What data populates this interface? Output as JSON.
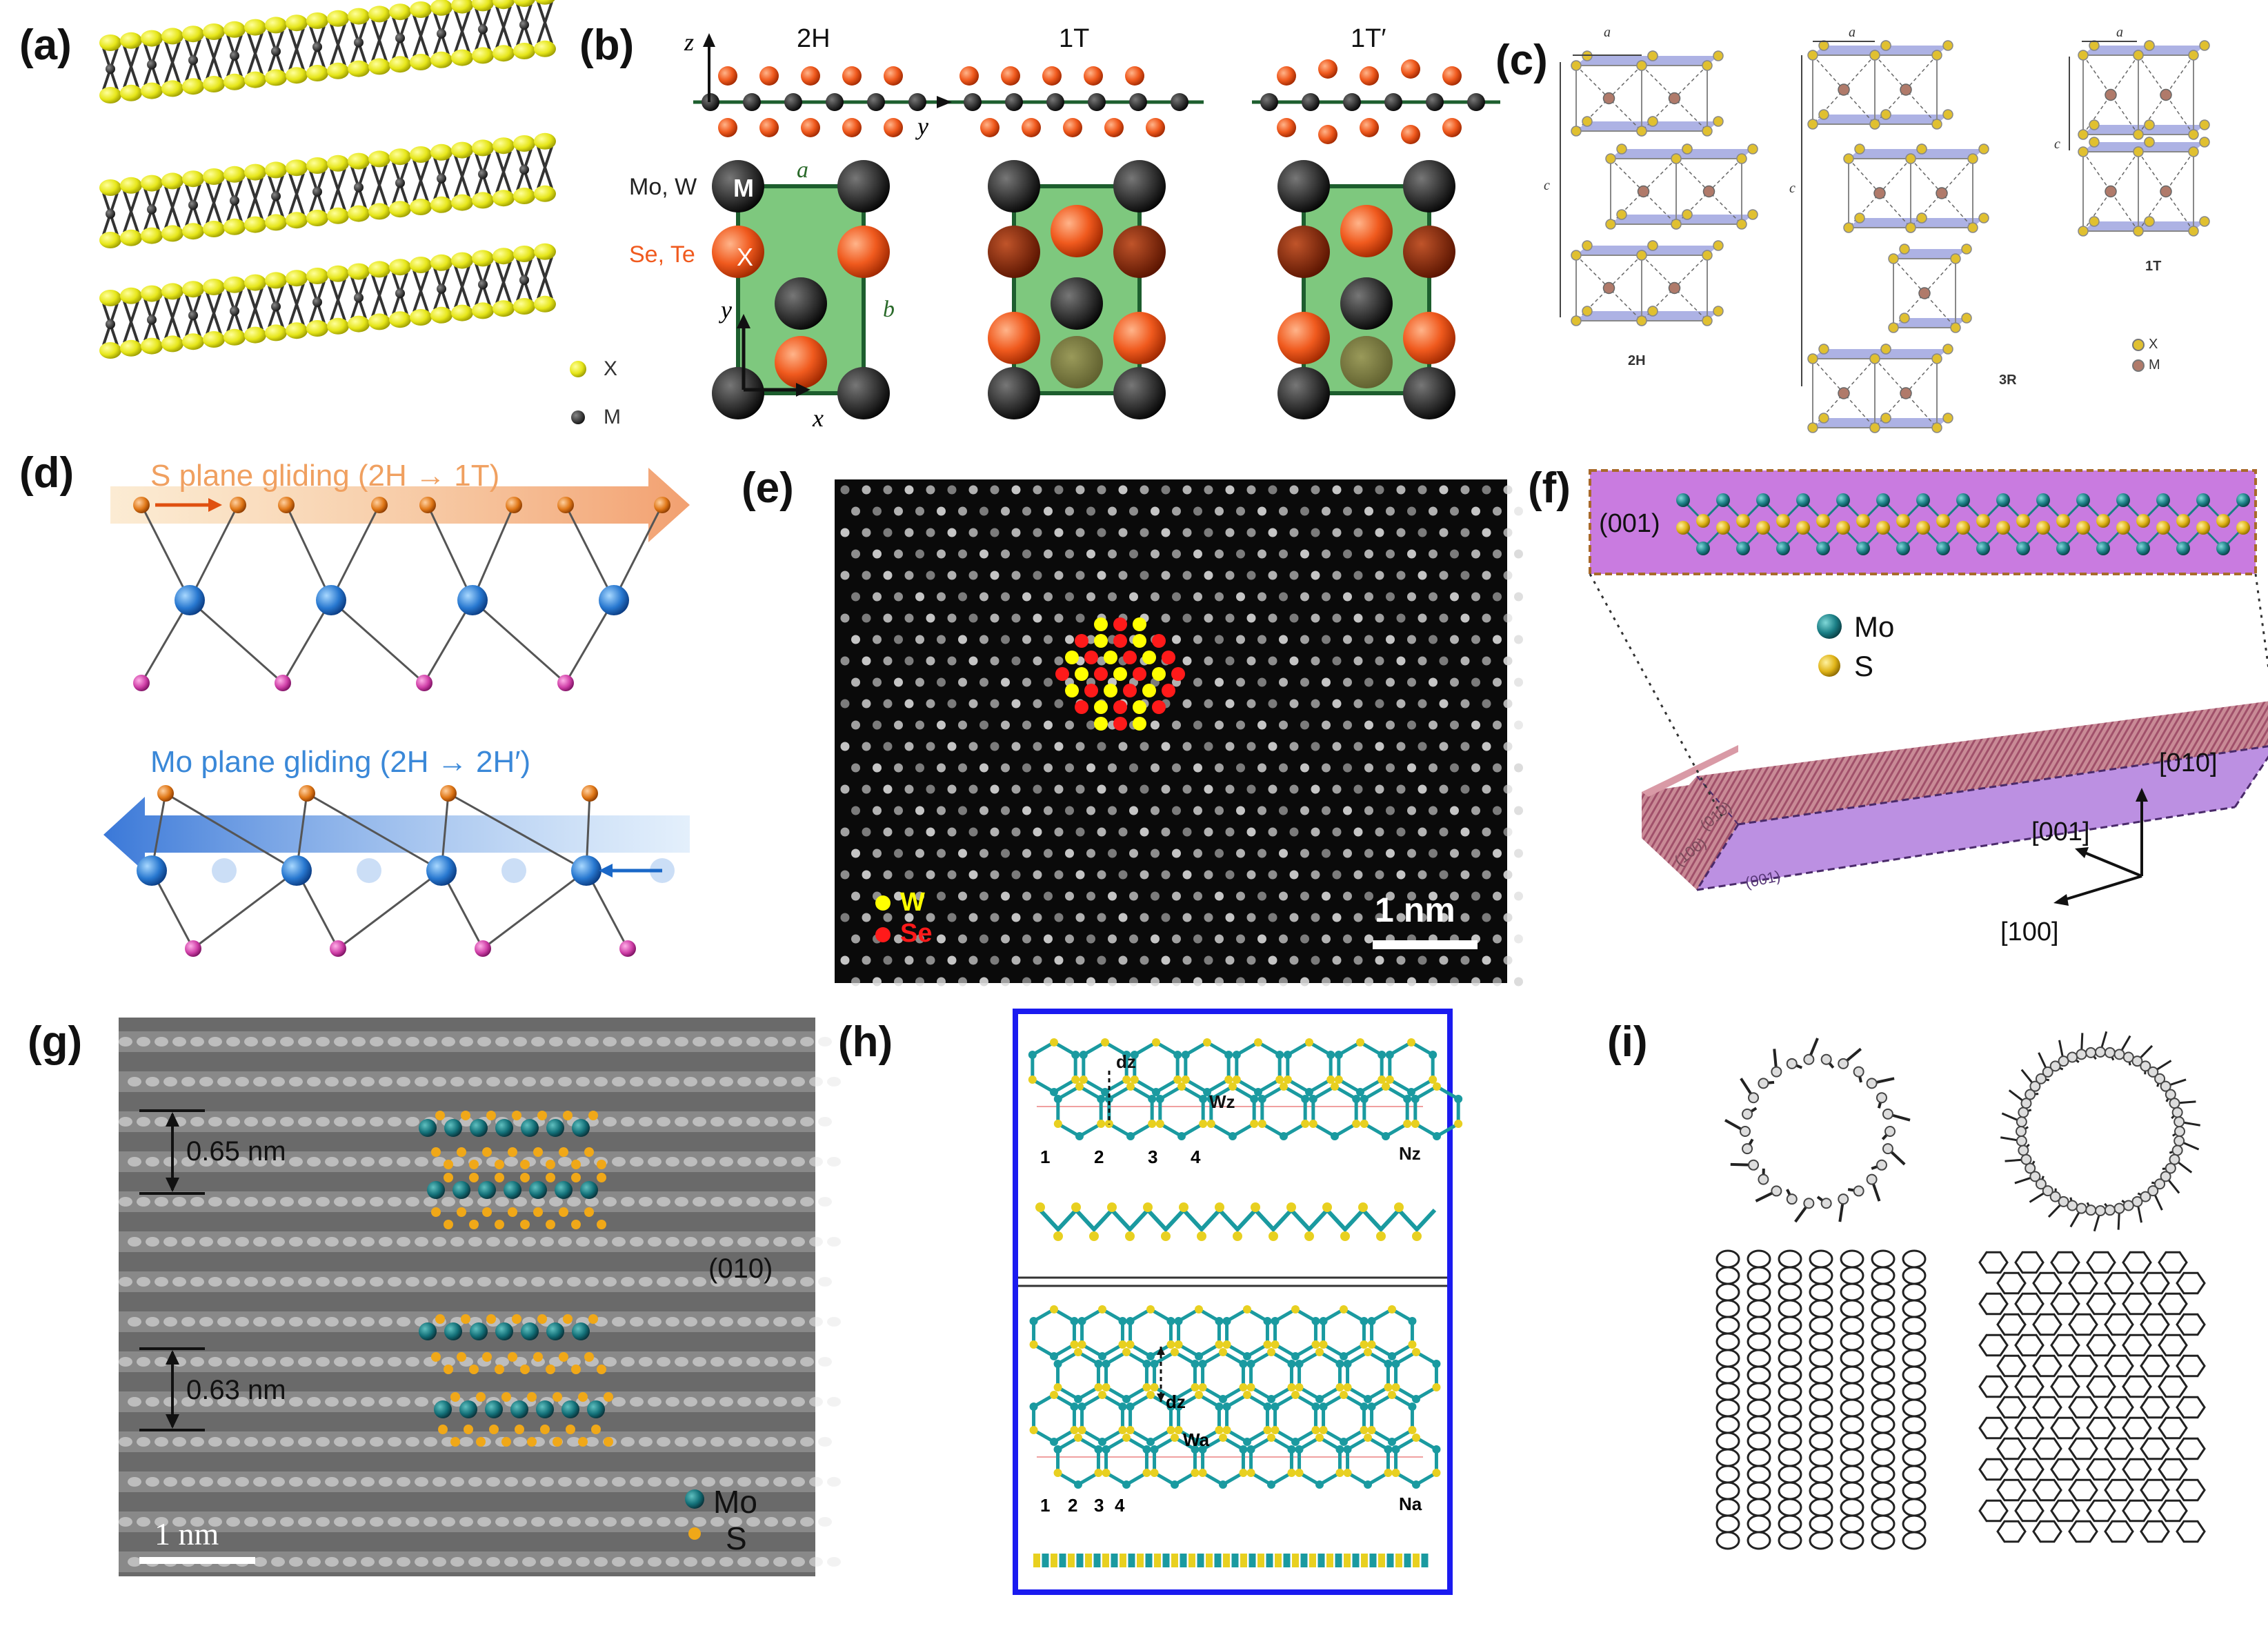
{
  "figure": {
    "panel_labels": [
      "(a)",
      "(b)",
      "(c)",
      "(d)",
      "(e)",
      "(f)",
      "(g)",
      "(h)",
      "(i)"
    ]
  },
  "colors": {
    "chalcogen_yellow": "#e6e61a",
    "metal_dark": "#2a2a2a",
    "se_orange": "#f05a1e",
    "mo_teal": "#1b7f86",
    "s_gold": "#e0b418",
    "green_cell": "#7ec87e",
    "purple_face": "#c77bd9",
    "blue_frame": "#1a1af0"
  },
  "panel_a": {
    "legend": [
      {
        "symbol": "X"
      },
      {
        "symbol": "M"
      }
    ]
  },
  "panel_b": {
    "phases": [
      "2H",
      "1T",
      "1T′"
    ],
    "axis_z": "z",
    "axis_y": "y",
    "axis_x": "x",
    "cell_a": "a",
    "cell_b": "b",
    "metal_label": "Mo, W",
    "metal_symbol": "M",
    "chalcogen_label": "Se, Te",
    "chalcogen_symbol": "X"
  },
  "panel_c": {
    "polytypes": [
      "2H",
      "3R",
      "1T"
    ],
    "lattice_a": "a",
    "lattice_c": "c",
    "legend": [
      {
        "symbol": "X"
      },
      {
        "symbol": "M"
      }
    ]
  },
  "panel_d": {
    "top_title": "S plane gliding (2H → 1T)",
    "bottom_title": "Mo plane gliding (2H → 2H′)"
  },
  "panel_e": {
    "legend": [
      {
        "symbol": "W"
      },
      {
        "symbol": "Se"
      }
    ],
    "scale_bar": "1 nm"
  },
  "panel_f": {
    "inset_plane": "(001)",
    "legend": [
      {
        "symbol": "Mo"
      },
      {
        "symbol": "S"
      }
    ],
    "face_labels": [
      "(010)",
      "(100)",
      "(001)"
    ],
    "directions": [
      "[010]",
      "[001]",
      "[100]"
    ]
  },
  "panel_g": {
    "spacing_top": "0.65 nm",
    "spacing_bottom": "0.63 nm",
    "plane": "(010)",
    "legend": [
      {
        "symbol": "Mo"
      },
      {
        "symbol": "S"
      }
    ],
    "scale_bar": "1 nm"
  },
  "panel_h": {
    "top": {
      "dz": "dz",
      "width": "Wz",
      "indices": [
        "1",
        "2",
        "3",
        "4"
      ],
      "n": "Nz"
    },
    "bottom": {
      "dz": "dz",
      "width": "Wa",
      "indices": [
        "1",
        "2",
        "3",
        "4"
      ],
      "n": "Na"
    }
  }
}
